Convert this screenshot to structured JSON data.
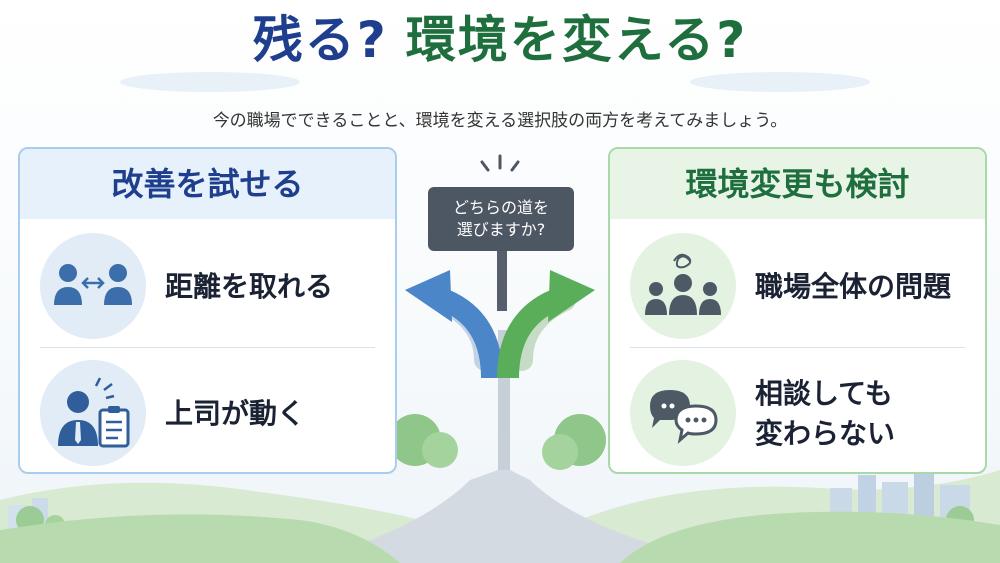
{
  "title": {
    "left": "残る?",
    "right": "環境を変える?"
  },
  "subtitle": "今の職場でできることと、環境を変える選択肢の両方を考えてみましょう。",
  "sign": {
    "line1": "どちらの道を",
    "line2": "選びますか?"
  },
  "left_card": {
    "heading": "改善を試せる",
    "items": [
      {
        "label": "距離を取れる",
        "icon": "people-distance-icon"
      },
      {
        "label": "上司が動く",
        "icon": "manager-clipboard-icon"
      }
    ]
  },
  "right_card": {
    "heading": "環境変更も検討",
    "items": [
      {
        "label": "職場全体の問題",
        "icon": "confused-group-icon"
      },
      {
        "label_line1": "相談しても",
        "label_line2": "変わらない",
        "icon": "chat-bubbles-icon"
      }
    ]
  },
  "colors": {
    "blue": "#1f3f8e",
    "green": "#1f6f3e",
    "left_border": "#a9cdee",
    "right_border": "#a9d8a9",
    "arrow_blue": "#4a86c8",
    "arrow_green": "#5aae5a"
  }
}
